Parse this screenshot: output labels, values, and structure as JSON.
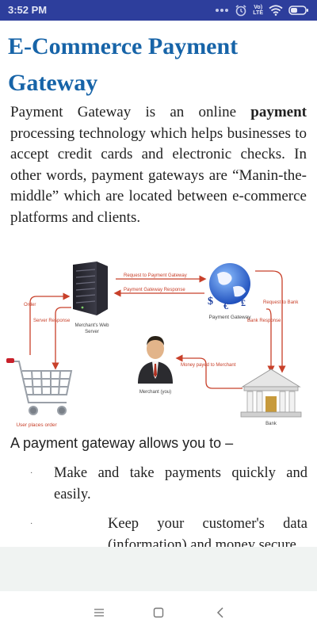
{
  "status_bar": {
    "time": "3:52 PM",
    "network_label_top": "Vo)",
    "network_label_bottom": "LTE",
    "accent_color": "#2d3e9c"
  },
  "article": {
    "title": "E-Commerce Payment Gateway",
    "title_color": "#1764a8",
    "paragraph": {
      "lead": "Payment Gateway is an online ",
      "bold": "payment",
      "rest": " processing technology which helps businesses to accept credit cards and electronic checks. In other words, payment gateways are “Manin-the-middle” which are located between e-commerce platforms and clients."
    },
    "diagram": {
      "labels": {
        "merchant_server": "Merchant's Web Server",
        "merchant_server_line1": "Merchant's Web",
        "merchant_server_line2": "Server",
        "payment_gateway": "Payment Gateway",
        "request_to_gateway": "Request to Payment Gateway",
        "gateway_response": "Payment Gateway Response",
        "order": "Order",
        "server_response": "Server Response",
        "request_to_bank": "Request to Bank",
        "bank_response": "Bank Response",
        "money_payed": "Money payed to Merchant",
        "merchant_you": "Merchant (you)",
        "bank": "Bank",
        "user_places_order": "User places order"
      }
    },
    "intro_line": "A payment gateway allows you to –",
    "bullets": [
      {
        "marker": "·",
        "text": "Make and take payments quickly and easily."
      },
      {
        "marker": "·",
        "text": "Keep your customer's data (information) and money secure."
      }
    ]
  },
  "nav_bar": {
    "recents_icon": "menu-lines-icon",
    "home_icon": "square-home-icon",
    "back_icon": "back-chevron-icon"
  }
}
